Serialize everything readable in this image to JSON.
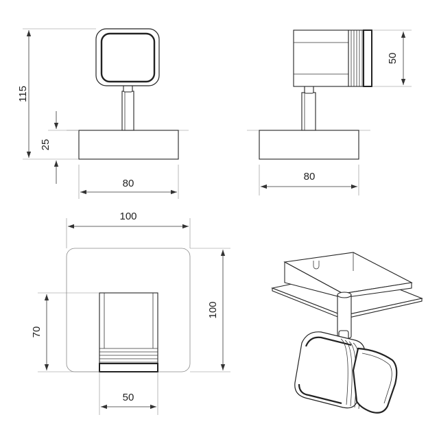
{
  "dimensions": {
    "front_total_height": "115",
    "front_base_height": "25",
    "front_base_width": "80",
    "side_head_height": "50",
    "side_base_width": "80",
    "top_plate_width": "100",
    "top_plate_height": "100",
    "top_head_length": "70",
    "top_head_width": "50"
  }
}
